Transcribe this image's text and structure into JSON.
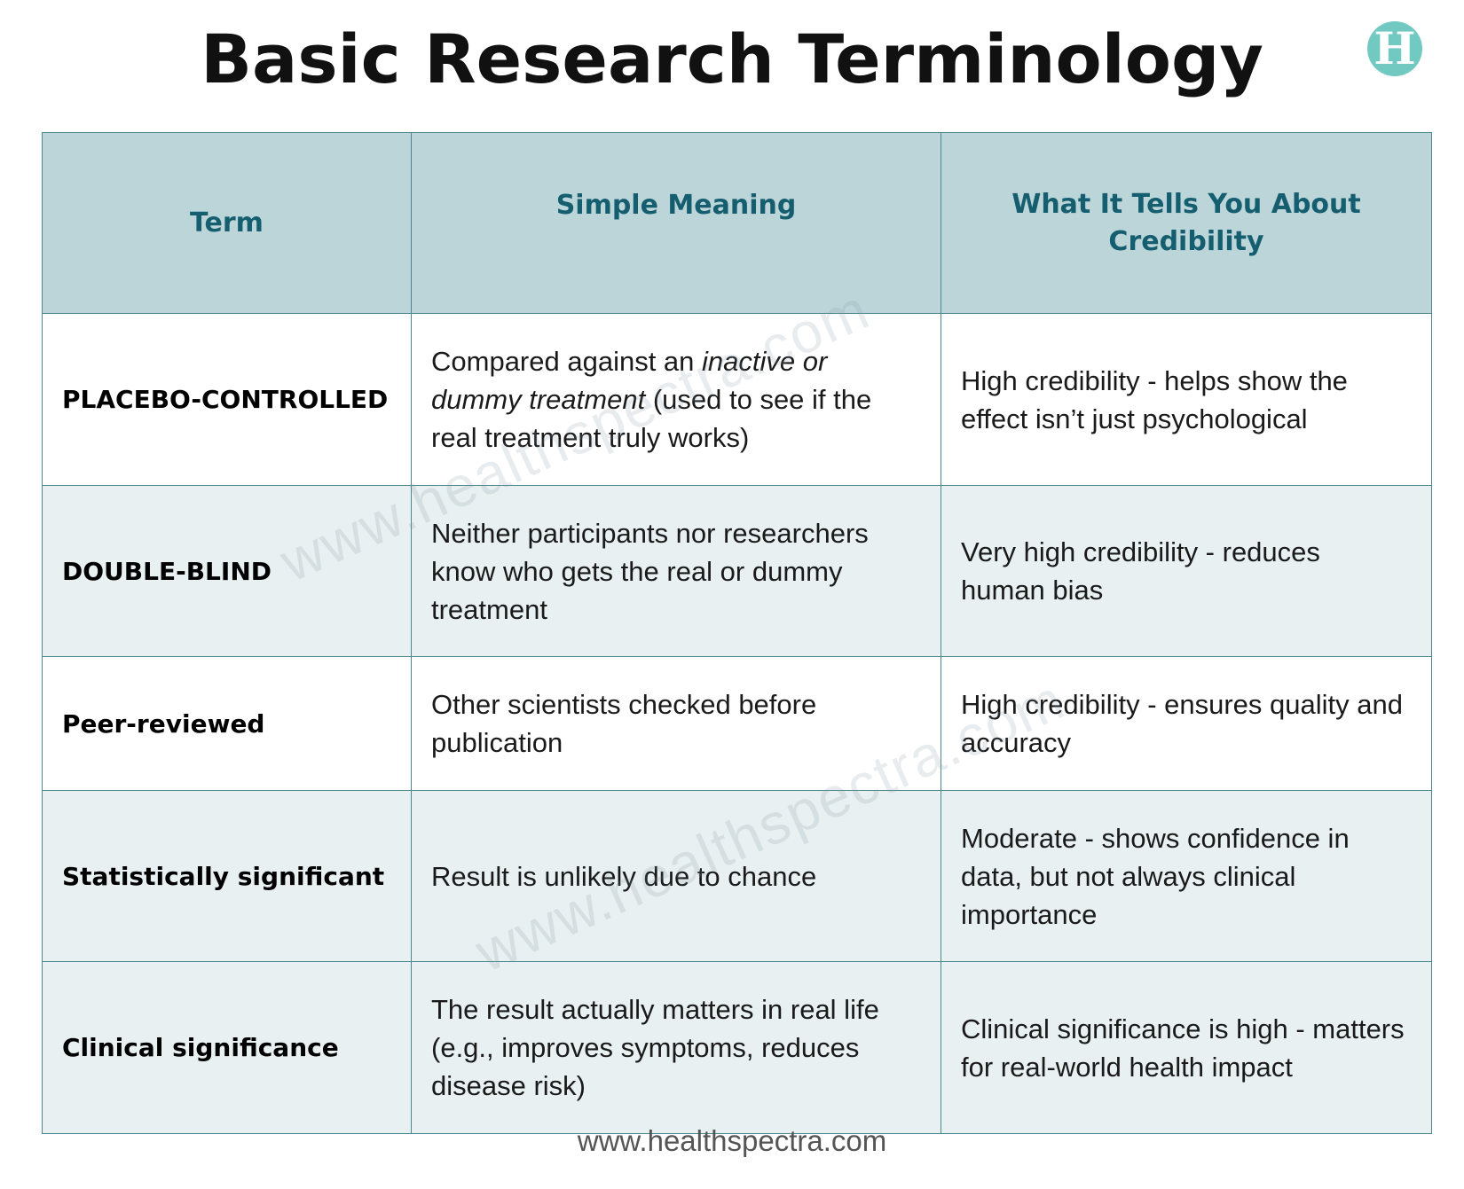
{
  "title": "Basic Research Terminology",
  "logo_letter": "H",
  "headers": [
    "Term",
    "Simple Meaning",
    "What It Tells You About Credibility"
  ],
  "rows": [
    {
      "term": "PLACEBO-CONTROLLED",
      "meaning_pre": "Compared against an ",
      "meaning_em": "inactive or dummy treatment",
      "meaning_post": " (used to see if the real treatment truly works)",
      "credibility": "High credibility - helps show the effect isn’t just psychological"
    },
    {
      "term": "DOUBLE-BLIND",
      "meaning_pre": "Neither participants nor researchers know who gets the real or dummy treatment",
      "meaning_em": "",
      "meaning_post": "",
      "credibility": "Very high credibility - reduces human bias"
    },
    {
      "term": "Peer-reviewed",
      "meaning_pre": "Other scientists checked before publication",
      "meaning_em": "",
      "meaning_post": "",
      "credibility": "High credibility - ensures quality and accuracy"
    },
    {
      "term": "Statistically significant",
      "meaning_pre": "Result is unlikely due to chance",
      "meaning_em": "",
      "meaning_post": "",
      "credibility": "Moderate - shows confidence in data, but not always clinical importance"
    },
    {
      "term": "Clinical significance",
      "meaning_pre": "The result actually matters in real life (e.g., improves symptoms, reduces disease risk)",
      "meaning_em": "",
      "meaning_post": "",
      "credibility": "Clinical significance is high - matters for real-world health impact"
    }
  ],
  "watermarks": [
    "www.healthspectra.com",
    "www.healthspectra.com"
  ],
  "footer": "www.healthspectra.com",
  "colors": {
    "header_bg": "#bcd5d9",
    "header_text": "#155e70",
    "alt_row": "#e8f0f1",
    "border": "#4d8590",
    "logo": "#72c9c2"
  }
}
